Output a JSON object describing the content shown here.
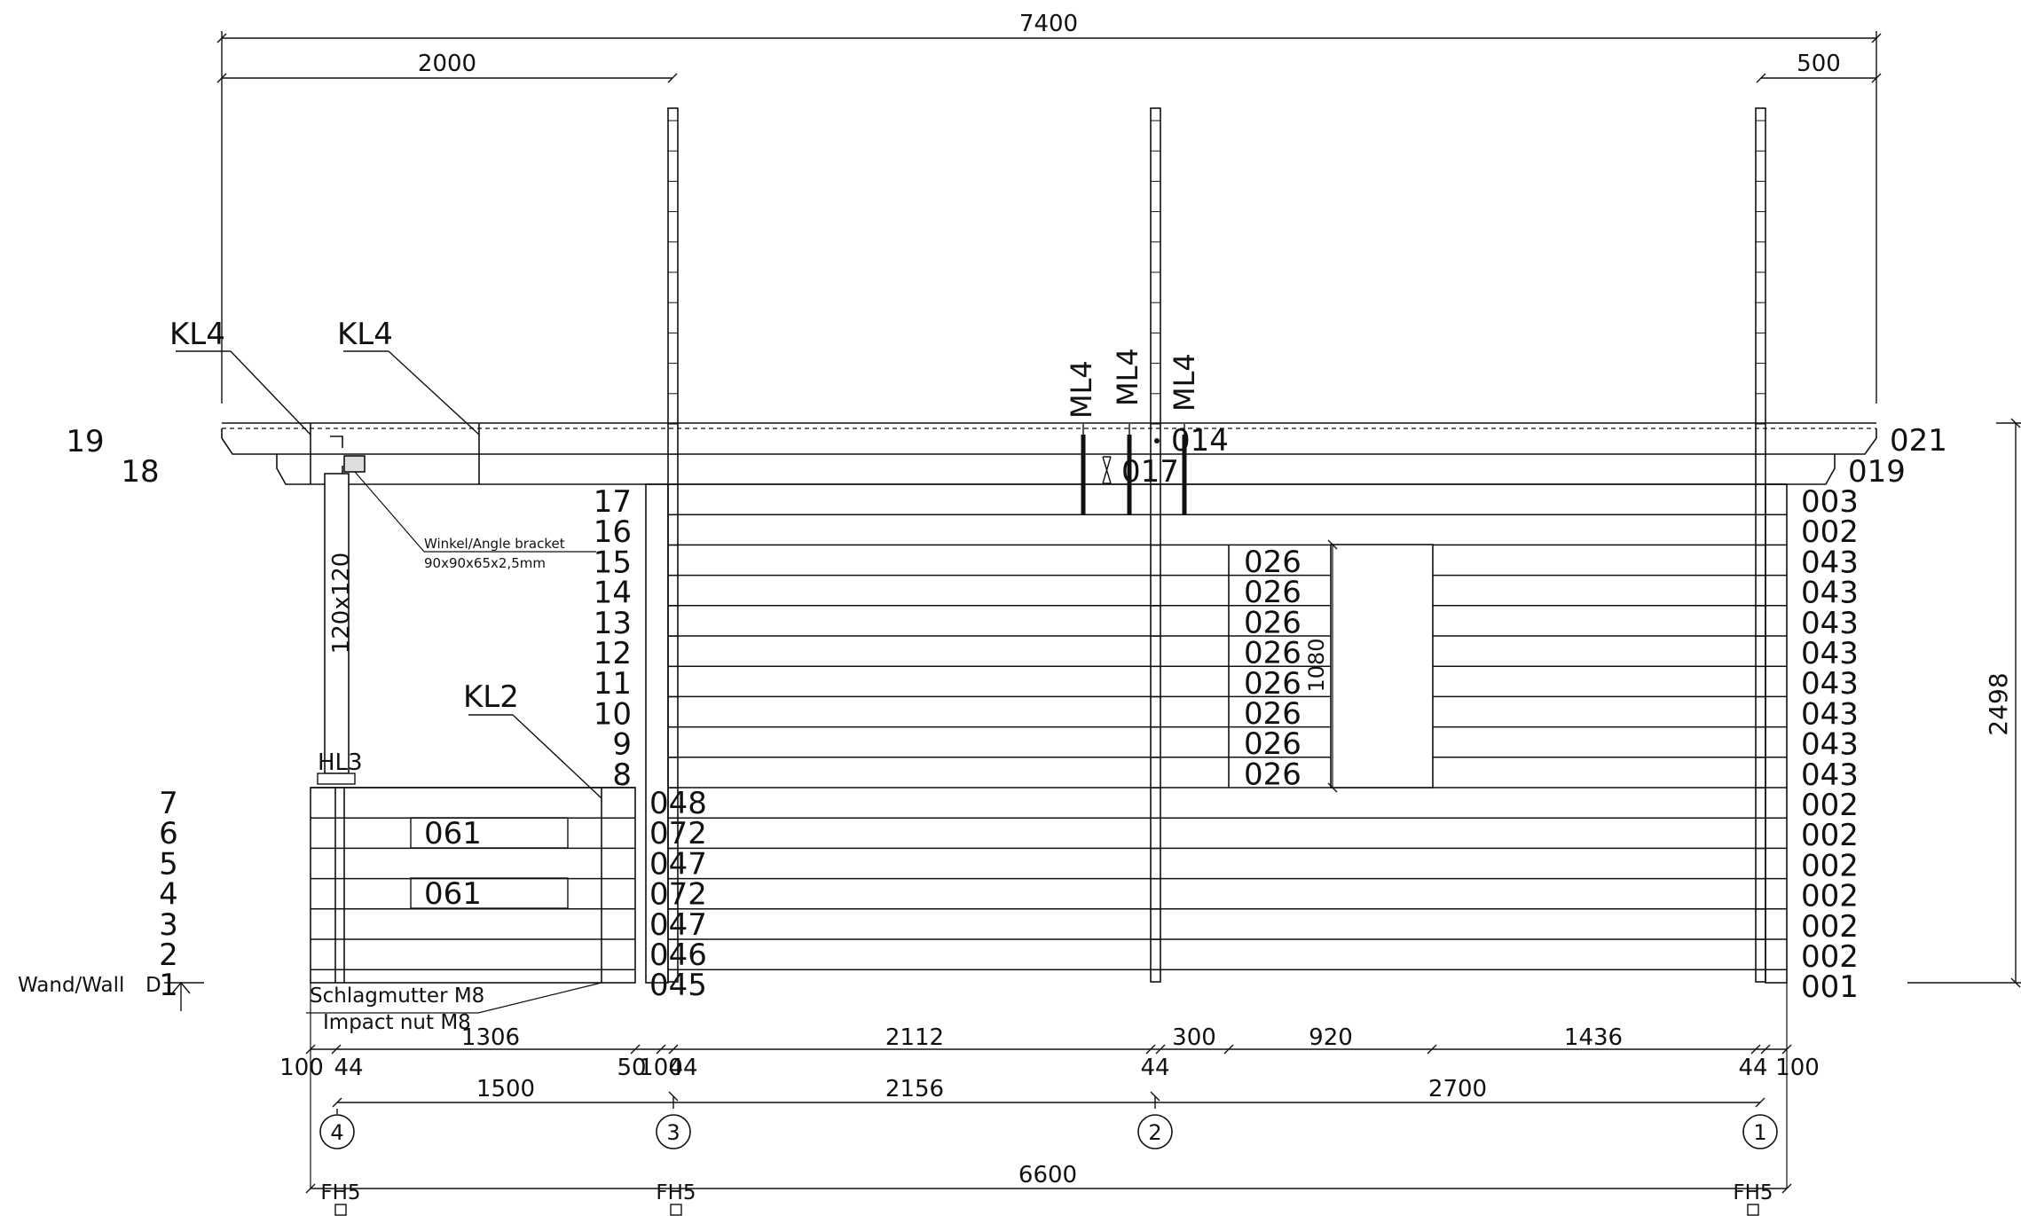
{
  "dimensions": {
    "total_width": "7400",
    "left_overhang": "2000",
    "right_overhang": "500",
    "height": "2498",
    "window_height": "1080",
    "post": "120x120",
    "top": [
      "1306",
      "2112",
      "300",
      "920",
      "1436"
    ],
    "mid_ticks": [
      "100",
      "44",
      "50",
      "100",
      "44",
      "44",
      "44",
      "100"
    ],
    "axis": [
      "1500",
      "2156",
      "2700"
    ],
    "total_length": "6600"
  },
  "callouts": {
    "kl4_left": "KL4",
    "kl4_right": "KL4",
    "kl2": "KL2",
    "ml4": "ML4",
    "hl3": "HL3",
    "bracket_line1": "Winkel/Angle bracket",
    "bracket_line2": "90x90x65x2,5mm",
    "nut_line1": "Schlagmutter M8",
    "nut_line2": "Impact nut M8",
    "wall": "Wand/Wall",
    "wall_letter": "D",
    "part_014": "014",
    "part_017": "017",
    "part_021": "021",
    "part_019": "019",
    "foundation": "FH5"
  },
  "axes": [
    "4",
    "3",
    "2",
    "1"
  ],
  "left_levels": [
    "19",
    "18",
    "7",
    "6",
    "5",
    "4",
    "3",
    "2",
    "1"
  ],
  "mid_levels": [
    "17",
    "16",
    "15",
    "14",
    "13",
    "12",
    "11",
    "10",
    "9",
    "8"
  ],
  "right_codes": [
    "003",
    "002",
    "043",
    "043",
    "043",
    "043",
    "043",
    "043",
    "043",
    "043",
    "002",
    "002",
    "002",
    "002",
    "002",
    "002",
    "001"
  ],
  "window_codes": [
    "026",
    "026",
    "026",
    "026",
    "026",
    "026",
    "026",
    "026"
  ],
  "lower_codes": [
    "048",
    "072",
    "047",
    "072",
    "047",
    "046",
    "045"
  ],
  "panel_codes": [
    "061",
    "061"
  ]
}
